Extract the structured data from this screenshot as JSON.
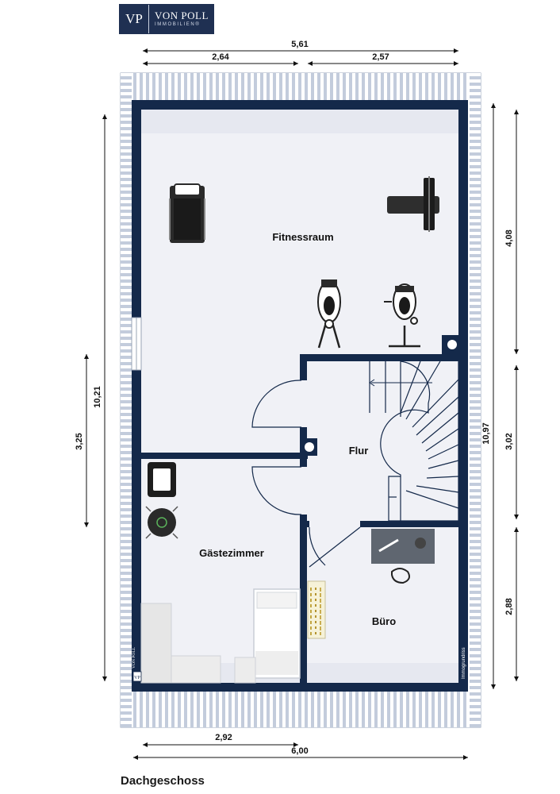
{
  "logo": {
    "mark": "VP",
    "name": "VON POLL",
    "sub": "IMMOBILIEN®"
  },
  "floor_name": "Dachgeschoss",
  "watermark": {
    "corner_mark": "VP",
    "corner_text": "VON POLL",
    "side_text": "Immogrundriss"
  },
  "rooms": {
    "fitness": "Fitnessraum",
    "flur": "Flur",
    "gaeste": "Gästezimmer",
    "buero": "Büro"
  },
  "dimensions": {
    "top_total": "5,61",
    "top_left": "2,64",
    "top_right": "2,57",
    "left_outer": "10,21",
    "left_inner": "3,25",
    "right_outer": "10,97",
    "right_top": "4,08",
    "right_mid": "3,02",
    "right_bottom": "2,88",
    "bottom_inner": "2,92",
    "bottom_total": "6,00"
  },
  "colors": {
    "wall": "#14294a",
    "floor": "#f0f1f6",
    "roof": "#b7c2d6",
    "dimension": "#111111"
  }
}
